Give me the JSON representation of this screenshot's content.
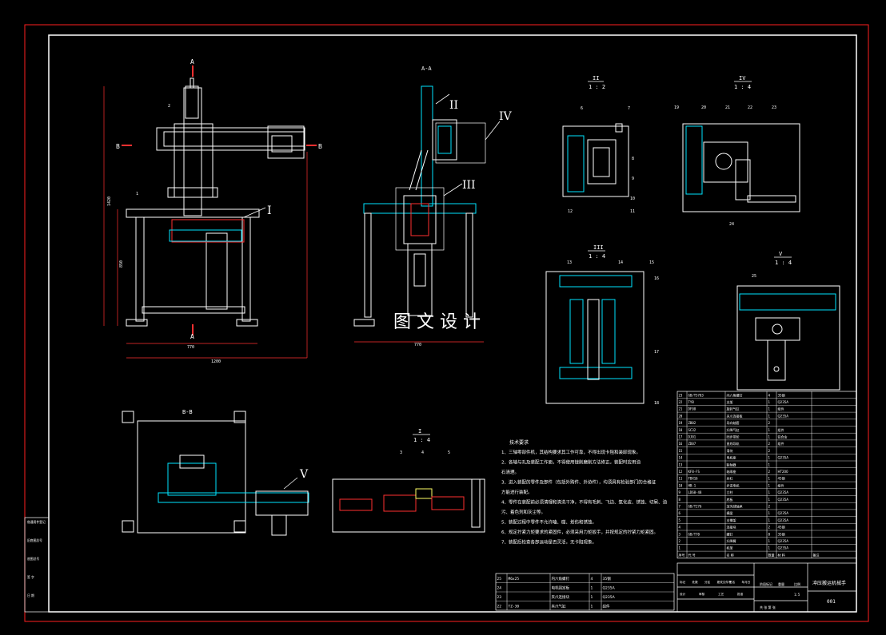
{
  "drawing": {
    "colors": {
      "background": "#000000",
      "frame": "#ff2020",
      "lines": "#ffffff",
      "section": "#00e5ff",
      "dim": "#ff3030",
      "label": "#ffff66"
    },
    "view_labels": {
      "A": "A",
      "B": "B",
      "aa": "A-A",
      "bb": "B-B",
      "roman_I": "I",
      "roman_II": "II",
      "roman_III": "III",
      "roman_IV": "IV",
      "roman_V": "V"
    },
    "detail_titles": {
      "d2_num": "II",
      "d2_scale": "1 : 2",
      "d4_num": "IV",
      "d4_scale": "1 : 4",
      "d3_num": "III",
      "d3_scale": "1 : 4",
      "d5_num": "V",
      "d5_scale": "1 : 4",
      "d1_num": "I",
      "d1_scale": "1 : 4"
    },
    "watermark": "图 文 设 计",
    "notes": {
      "title": "技术要求",
      "lines": [
        "1、三轴零部件机，其结构要求其工作可靠，不得出现卡阻和装卸现象。",
        "2、各轴与孔及装配工作面，不得使用锉削磨削方法修正。装配时应用油",
        "    石清理。",
        "3、进入装配的零件及部件（包括外购件、外协件），均须具有检验部门的合格证",
        "    方能进行装配。",
        "4、零件在装配前必须清理和清洗干净，不得有毛刺、飞边、氧化皮、锈蚀、切屑、油",
        "    污、着色剂和灰尘等。",
        "5、装配过程中零件不允许磕、碰、划伤和锈蚀。",
        "6、规定拧紧力矩要求的紧固件，必须采用力矩扳手，并按规定的拧紧力矩紧固。",
        "7、装配后检查各部运动是否灵活，无卡阻现象。"
      ]
    },
    "bom_rows": [
      [
        "23",
        "GB/T5783",
        "内六角螺钉",
        "4",
        "35钢",
        ""
      ],
      [
        "22",
        "TYB",
        "支架",
        "1",
        "Q235A",
        ""
      ],
      [
        "21",
        "DF08",
        "旋转气缸",
        "1",
        "组件",
        ""
      ],
      [
        "20",
        "",
        "夹爪连接板",
        "1",
        "Q235A",
        ""
      ],
      [
        "19",
        "ZB02",
        "导向轴套",
        "2",
        "",
        ""
      ],
      [
        "18",
        "SC32",
        "升降气缸",
        "1",
        "组件",
        ""
      ],
      [
        "17",
        "DJ01",
        "同步带轮",
        "1",
        "铝合金",
        ""
      ],
      [
        "16",
        "ZD07",
        "直线导轨",
        "2",
        "组件",
        ""
      ],
      [
        "15",
        "",
        "滑块",
        "2",
        "",
        ""
      ],
      [
        "14",
        "",
        "电机座",
        "1",
        "Q235A",
        ""
      ],
      [
        "13",
        "",
        "联轴器",
        "1",
        "",
        ""
      ],
      [
        "12",
        "KF8-FS",
        "轴承座",
        "2",
        "HT200",
        ""
      ],
      [
        "11",
        "FBX16",
        "丝杠",
        "1",
        "45钢",
        ""
      ],
      [
        "10",
        "HB-1",
        "步进电机",
        "1",
        "组件",
        ""
      ],
      [
        "9",
        "LD60-48",
        "立柱",
        "1",
        "Q235A",
        ""
      ],
      [
        "8",
        "",
        "底板",
        "1",
        "Q235A",
        ""
      ],
      [
        "7",
        "GB/T276",
        "深沟球轴承",
        "2",
        "",
        ""
      ],
      [
        "6",
        "",
        "横梁",
        "1",
        "Q235A",
        ""
      ],
      [
        "5",
        "",
        "支撑架",
        "1",
        "Q235A",
        ""
      ],
      [
        "4",
        "",
        "连接块",
        "2",
        "45钢",
        ""
      ],
      [
        "3",
        "GB/T70",
        "螺钉",
        "8",
        "35钢",
        ""
      ],
      [
        "2",
        "",
        "升降臂",
        "1",
        "Q235A",
        ""
      ],
      [
        "1",
        "",
        "机架",
        "1",
        "Q235A",
        ""
      ]
    ],
    "bom_header": [
      "序号",
      "代 号",
      "名 称",
      "数量",
      "材 料",
      "备注"
    ],
    "left_bom_rows": [
      [
        "25",
        "M6x25",
        "内六角螺钉",
        "4",
        "35钢"
      ],
      [
        "24",
        "",
        "电机固定板",
        "1",
        "Q235A"
      ],
      [
        "23",
        "",
        "夹爪连接块",
        "1",
        "Q235A"
      ],
      [
        "22",
        "TZ-30",
        "夹爪气缸",
        "1",
        "组件"
      ]
    ],
    "title_block": {
      "title": "冲压搬运机械手",
      "drawing_no": "001",
      "scale_label": "比例",
      "weight_label": "重量",
      "sheet_label": "共 张 第 张",
      "scale_value": "1:5",
      "header_marks": [
        "标记",
        "处数",
        "分区",
        "更改文件号",
        "签名",
        "年月日"
      ],
      "roles": [
        "设计",
        "审核",
        "工艺",
        "批准"
      ],
      "stage_label": "阶段标记"
    },
    "side_labels": [
      "借通用件登记",
      "旧底图总号",
      "底图总号",
      "签 字",
      "日 期"
    ],
    "dims": {
      "front_width": "770",
      "front_total": "1200",
      "front_height": "1420",
      "front_sub_height": "850",
      "side_width": "770"
    },
    "part_numbers": {
      "front": [
        "1",
        "2"
      ],
      "d2": [
        "6",
        "7",
        "8",
        "9",
        "10",
        "11",
        "12"
      ],
      "d4": [
        "19",
        "20",
        "21",
        "22",
        "23",
        "24"
      ],
      "d3": [
        "13",
        "14",
        "15",
        "16",
        "17",
        "18"
      ],
      "d5": [
        "25"
      ],
      "d1": [
        "3",
        "4",
        "5"
      ]
    }
  }
}
